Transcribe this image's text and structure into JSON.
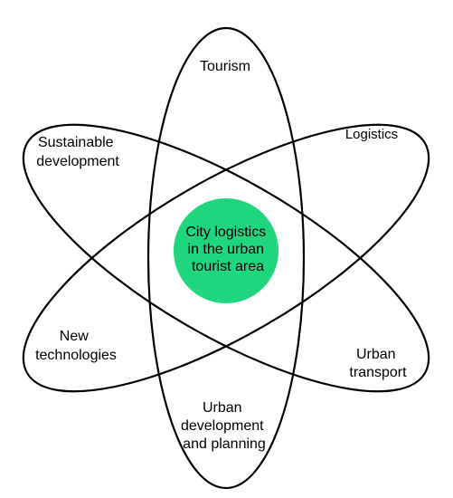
{
  "diagram": {
    "center": {
      "lines": [
        "City logistics",
        "in the urban",
        "tourist area"
      ],
      "color": "#1fd67f"
    },
    "petals": [
      {
        "label_lines": [
          "Tourism"
        ]
      },
      {
        "label_lines": [
          "Logistics"
        ]
      },
      {
        "label_lines": [
          "Urban",
          "transport"
        ]
      },
      {
        "label_lines": [
          "Urban",
          "development",
          "and planning"
        ]
      },
      {
        "label_lines": [
          "New",
          "technologies"
        ]
      },
      {
        "label_lines": [
          "Sustainable",
          "development"
        ]
      }
    ]
  }
}
